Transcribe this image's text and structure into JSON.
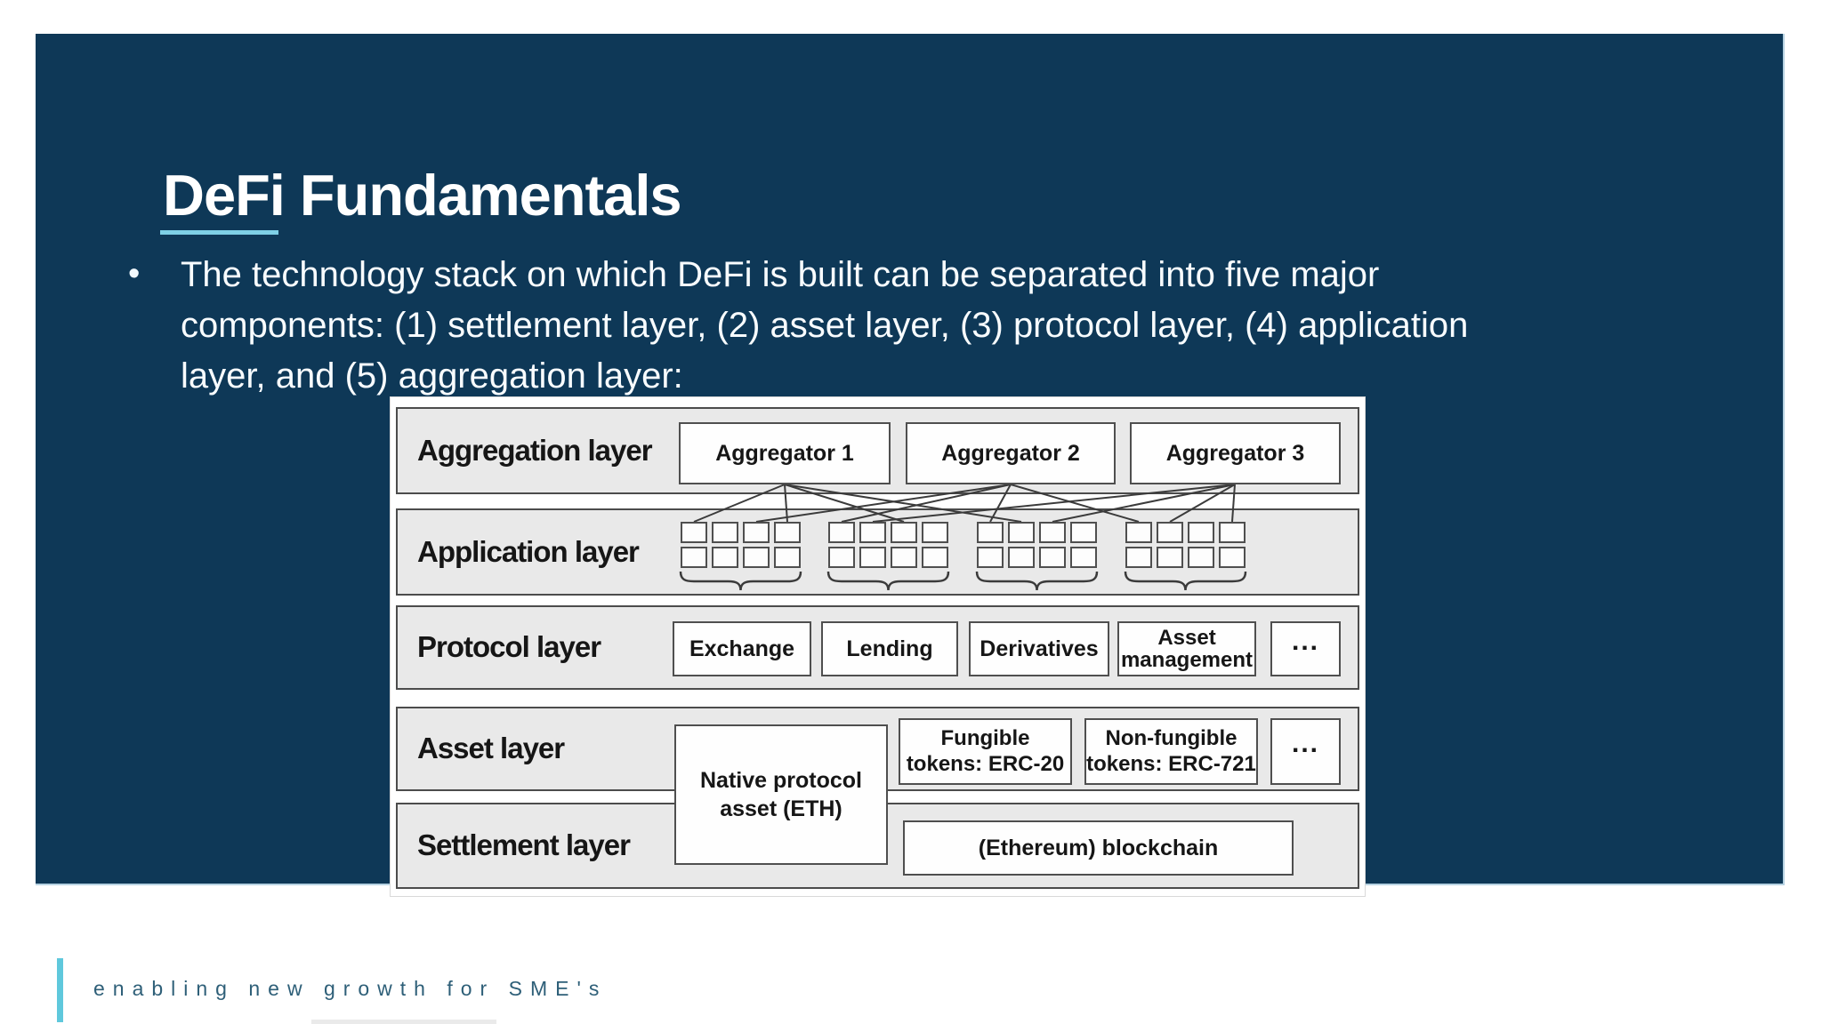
{
  "slide": {
    "title": "DeFi Fundamentals",
    "bullet": {
      "marker": "•",
      "lines": [
        "The technology stack on which DeFi is built can be separated into five major",
        "components: (1) settlement layer, (2) asset layer, (3) protocol layer, (4) application",
        "layer, and (5) aggregation layer:"
      ]
    }
  },
  "diagram": {
    "aggregation": {
      "label": "Aggregation layer",
      "boxes": [
        "Aggregator 1",
        "Aggregator 2",
        "Aggregator 3"
      ]
    },
    "application": {
      "label": "Application layer",
      "group_count": 4,
      "squares_per_group": 8
    },
    "protocol": {
      "label": "Protocol layer",
      "boxes": [
        "Exchange",
        "Lending",
        "Derivatives",
        "Asset management",
        "..."
      ]
    },
    "asset": {
      "label": "Asset layer",
      "native_box": "Native protocol asset (ETH)",
      "boxes": [
        "Fungible tokens: ERC-20",
        "Non-fungible tokens: ERC-721",
        "..."
      ]
    },
    "settlement": {
      "label": "Settlement layer",
      "boxes": [
        "(Ethereum) blockchain"
      ]
    }
  },
  "footer": {
    "tagline": "enabling new growth for SME's"
  },
  "colors": {
    "slide_bg": "#0e3857",
    "accent_underline": "#7ed0e6",
    "footer_bar": "#5fc8dc",
    "footer_text": "#2e5f78"
  }
}
